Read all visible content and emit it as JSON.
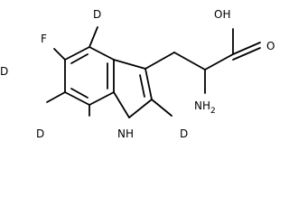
{
  "labels": {
    "fluorine": "F",
    "deuterium_c4": "D",
    "deuterium_c5": "D",
    "deuterium_c6": "D",
    "deuterium_c2": "D",
    "nh": "NH",
    "nh_subscript": "",
    "oh": "OH",
    "carbonyl_o": "O",
    "amino": "NH",
    "amino_subscript": "2"
  }
}
